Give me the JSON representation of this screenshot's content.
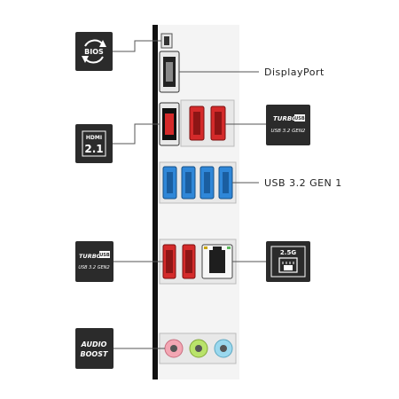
{
  "callouts": {
    "displayport": "DisplayPort",
    "usb32gen1": "USB 3.2 GEN 1"
  },
  "badges": {
    "bios": "BIOS",
    "hdmi_top": "HDMI",
    "hdmi_version": "2.1",
    "turbo_top": "TURBO",
    "turbo_usb": "USB",
    "usb_gen2": "USB 3.2 GEN2",
    "lan_speed": "2.5G",
    "audio_line1": "AUDIO",
    "audio_line2": "BOOST"
  },
  "icons": [
    "refresh-icon",
    "ethernet-icon"
  ],
  "colors": {
    "badge_bg": "#2b2b2b",
    "usb_gen2_red": "#d42a2a",
    "usb_gen1_blue": "#2f87d8",
    "panel": "#e8e8e8",
    "frame": "#111111",
    "audio_pink": "#f3a6b3",
    "audio_green": "#b9e36a",
    "audio_blue": "#9ad8ee"
  }
}
